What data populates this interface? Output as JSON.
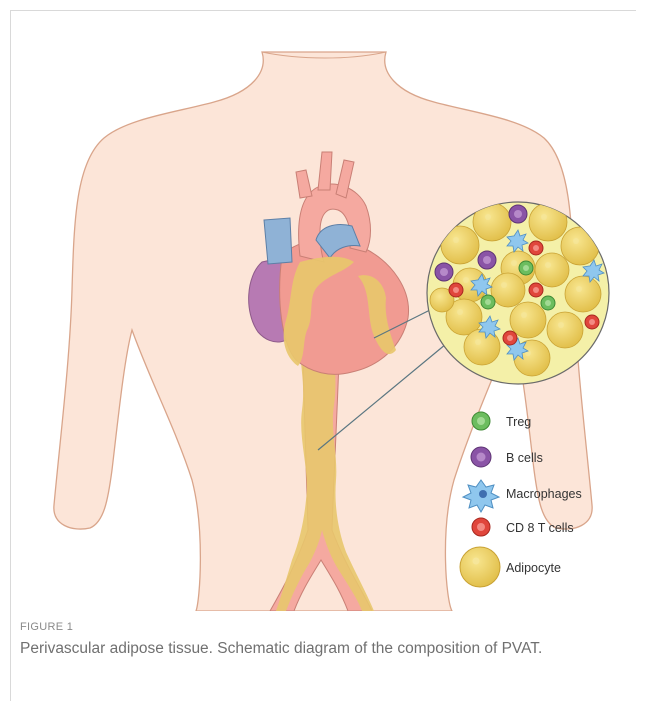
{
  "figure": {
    "legend": [
      {
        "key": "treg",
        "label": "Treg",
        "color": "#6cbd5f"
      },
      {
        "key": "bcell",
        "label": "B cells",
        "color": "#8a54a6"
      },
      {
        "key": "macrophage",
        "label": "Macrophages",
        "color": "#8fc7ee"
      },
      {
        "key": "cd8",
        "label": "CD 8 T cells",
        "color": "#e0463c"
      },
      {
        "key": "adipocyte",
        "label": "Adipocyte",
        "color": "#ecd468"
      }
    ],
    "colors": {
      "skin": "#fce5d8",
      "skin_outline": "#d9a58b",
      "heart": "#f19b92",
      "aorta": "#f5a9a0",
      "vena_cava": "#8fb2d6",
      "atrium": "#b77ab3",
      "fat": "#e8c76d",
      "inset_bg": "#f4f0a8"
    }
  },
  "caption": {
    "label": "FIGURE 1",
    "text": "Perivascular adipose tissue. Schematic diagram of the composition of PVAT."
  }
}
